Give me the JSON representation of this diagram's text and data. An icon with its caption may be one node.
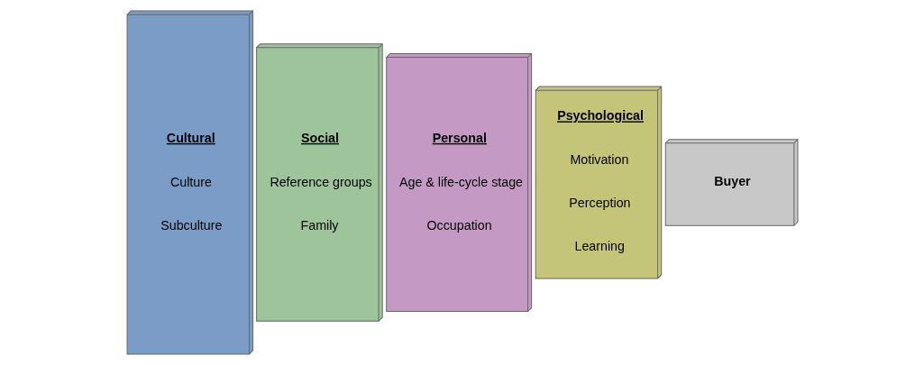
{
  "diagram": {
    "nodes": [
      {
        "text": [
          "Cultural",
          "Culture",
          "Subculture"
        ]
      },
      {
        "text": [
          "Social",
          "Reference groups",
          "Family"
        ]
      },
      {
        "text": [
          "Personal",
          "Age & life-cycle stage",
          "Occupation"
        ]
      },
      {
        "text": [
          "Psychological",
          "Motivation",
          "Perception",
          "Learning"
        ]
      },
      {
        "text": [
          "Buyer"
        ]
      }
    ]
  }
}
